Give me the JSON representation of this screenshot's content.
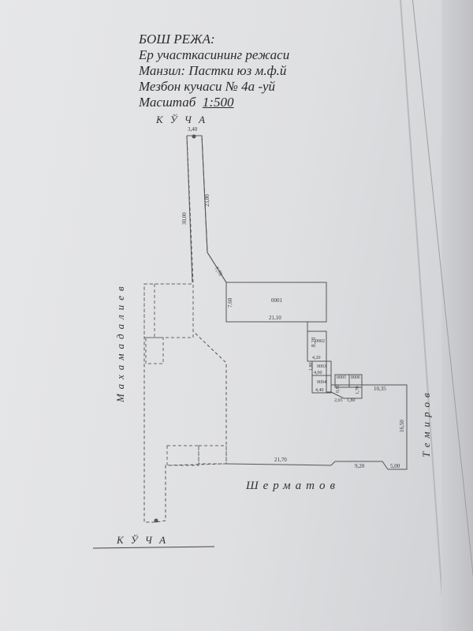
{
  "header": {
    "line1": "БОШ РЕЖА:",
    "line2": "Ер участкасининг режаси",
    "line3": "Манзил:  Пастки юз  м.ф.й",
    "line4": "Мезбон  кучаси  №  4а -уй",
    "scale_label": "Масштаб",
    "scale_value": "1:500"
  },
  "streets": {
    "top": "К  Ў  Ч  А",
    "left": "Махамадалиев",
    "bottom_left": "К  Ў  Ч  А",
    "bottom": "Шерматов",
    "right": "Темиров"
  },
  "dimensions": {
    "top_width": "3,40",
    "left_long": "30,00",
    "right_long": "23,00",
    "diagonal": "7,78",
    "block_left": "7,60",
    "block_bottom": "21,10",
    "d_820": "8,20",
    "d_420": "4,20",
    "d_180": "1,80",
    "d_400": "4,00",
    "d_440": "4,40",
    "d_080": "0,80",
    "d_265": "2,65",
    "d_180b": "1,80",
    "d_170": "1,70",
    "d_1035": "10,35",
    "d_1650": "16,50",
    "d_2170": "21,70",
    "d_920": "9,20",
    "d_500": "5,00"
  },
  "buildings": {
    "b1": "0001",
    "b2": "0002",
    "b3": "0003",
    "b4": "0004",
    "b5": "0005",
    "b6": "0006"
  }
}
